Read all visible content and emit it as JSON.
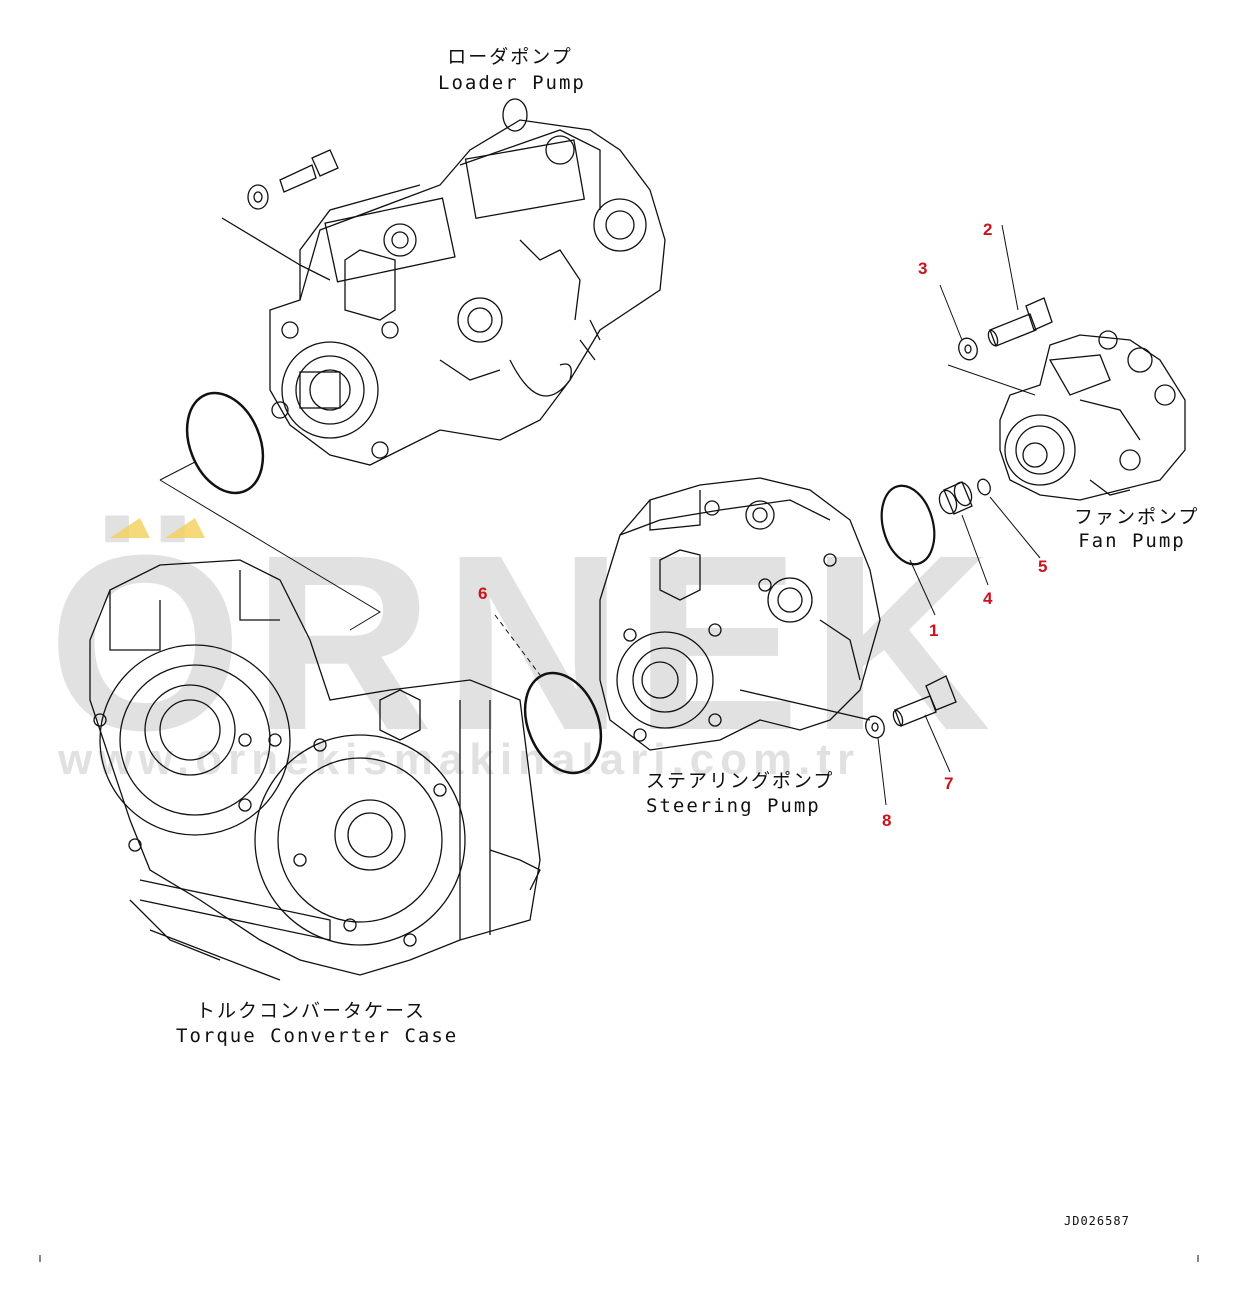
{
  "labels": {
    "loader_jp": "ローダポンプ",
    "loader_en": "Loader Pump",
    "fan_jp": "ファンポンプ",
    "fan_en": "Fan Pump",
    "steering_jp": "ステアリングポンプ",
    "steering_en": "Steering Pump",
    "torque_jp": "トルクコンバータケース",
    "torque_en": "Torque Converter Case"
  },
  "callouts": [
    "1",
    "2",
    "3",
    "4",
    "5",
    "6",
    "7",
    "8"
  ],
  "drawing_id": "JD026587",
  "watermark": {
    "logo": "ÖRNEK",
    "url": "www.ornekismakinalari.com.tr"
  },
  "colors": {
    "callout": "#c8141e",
    "line": "#111111",
    "watermark": "#c9c9c9",
    "watermark_accent": "#f2cf5a"
  }
}
